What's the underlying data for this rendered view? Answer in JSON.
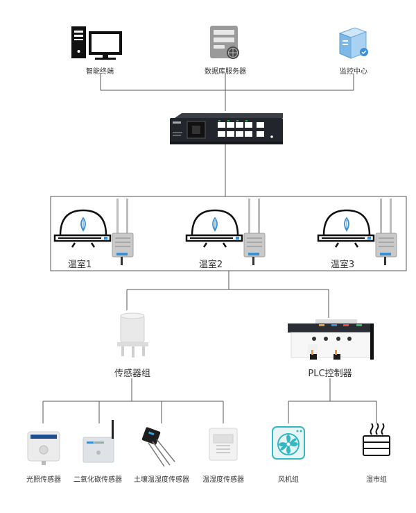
{
  "top_row": {
    "terminal": "智能终端",
    "db_server": "数据库服务器",
    "monitor": "监控中心"
  },
  "greenhouses": [
    {
      "label": "温室1"
    },
    {
      "label": "温室2"
    },
    {
      "label": "温室3"
    }
  ],
  "groups": {
    "sensors": "传感器组",
    "plc": "PLC控制器"
  },
  "sensors": [
    {
      "label": "光照传感器"
    },
    {
      "label": "二氧化碳传感器"
    },
    {
      "label": "土壤温湿度传感器"
    },
    {
      "label": "温湿度传感器"
    }
  ],
  "actuators": [
    {
      "label": "风机组"
    },
    {
      "label": "湿市组"
    }
  ],
  "colors": {
    "line": "#555555",
    "device_dark": "#1e2128",
    "greenhouse_accent": "#3a8fd0",
    "fan_teal": "#34b7c0"
  }
}
